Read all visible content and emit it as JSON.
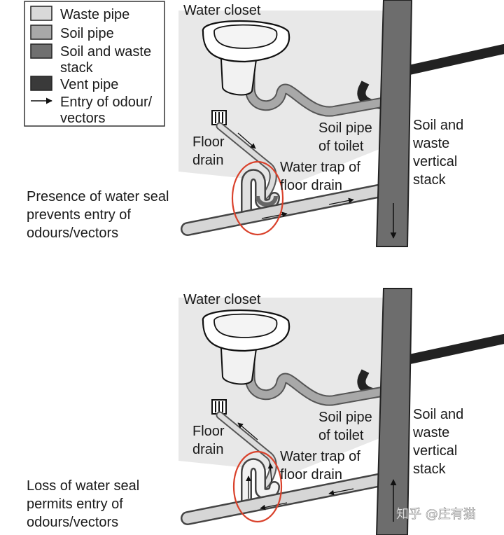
{
  "legend": {
    "waste_pipe": "Waste pipe",
    "soil_pipe": "Soil pipe",
    "stack_line1": "Soil and waste",
    "stack_line2": "stack",
    "vent_pipe": "Vent pipe",
    "entry_line1": "Entry of odour/",
    "entry_line2": "vectors"
  },
  "colors": {
    "waste_pipe": "#d9d9d9",
    "soil_pipe": "#a8a8a8",
    "stack": "#707070",
    "vent_pipe": "#3a3a3a",
    "highlight": "#d9412b"
  },
  "top_panel": {
    "water_closet": "Water closet",
    "floor_drain_line1": "Floor",
    "floor_drain_line2": "drain",
    "soil_pipe_line1": "Soil pipe",
    "soil_pipe_line2": "of toilet",
    "stack_line1": "Soil and",
    "stack_line2": "waste",
    "stack_line3": "vertical",
    "stack_line4": "stack",
    "trap_line1": "Water trap of",
    "trap_line2": "floor drain",
    "caption_line1": "Presence of water seal",
    "caption_line2": "prevents entry of",
    "caption_line3": "odours/vectors"
  },
  "bottom_panel": {
    "water_closet": "Water closet",
    "floor_drain_line1": "Floor",
    "floor_drain_line2": "drain",
    "soil_pipe_line1": "Soil pipe",
    "soil_pipe_line2": "of toilet",
    "stack_line1": "Soil and",
    "stack_line2": "waste",
    "stack_line3": "vertical",
    "stack_line4": "stack",
    "trap_line1": "Water trap of",
    "trap_line2": "floor drain",
    "caption_line1": "Loss of water seal",
    "caption_line2": "permits entry of",
    "caption_line3": "odours/vectors"
  },
  "watermark": "知乎 @庄有猫"
}
